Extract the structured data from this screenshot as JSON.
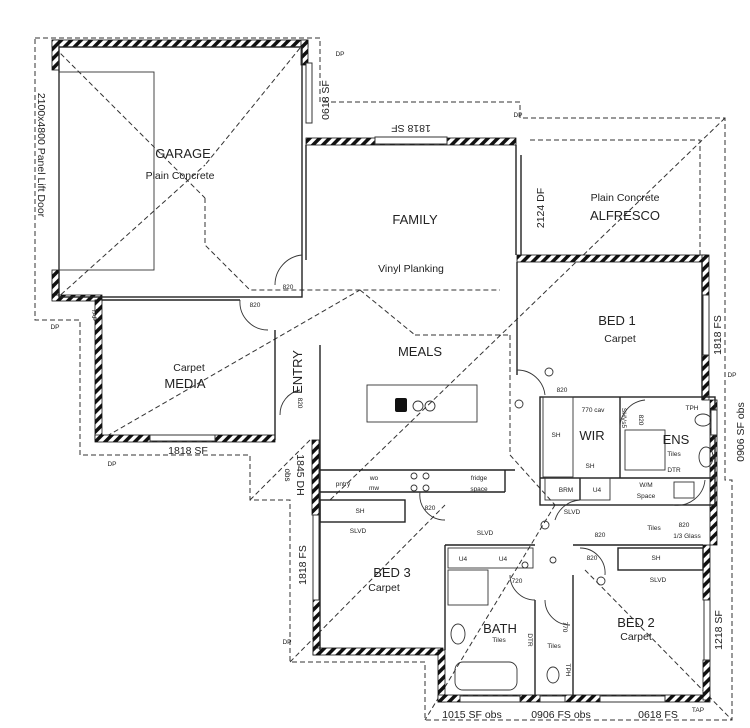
{
  "plan": {
    "rooms": {
      "garage": "GARAGE",
      "garage_floor": "Plain Concrete",
      "family": "FAMILY",
      "family_floor": "Vinyl Planking",
      "alfresco": "ALFRESCO",
      "alfresco_floor": "Plain Concrete",
      "bed1": "BED 1",
      "bed1_floor": "Carpet",
      "meals": "MEALS",
      "media": "MEDIA",
      "media_floor": "Carpet",
      "entry": "ENTRY",
      "wir": "WIR",
      "ens": "ENS",
      "ens_floor": "Tiles",
      "bed3": "BED 3",
      "bed3_floor": "Carpet",
      "bath": "BATH",
      "bath_floor": "Tiles",
      "bed2": "BED 2",
      "bed2_floor": "Carpet",
      "laundry_floor": "Tiles",
      "hall_floor": "Tiles"
    },
    "windows": {
      "garage_door": "2100x4800 Panel Lift Door",
      "garage_side": "0618 SF",
      "family_top": "1818 SF",
      "alfresco_door": "2124 DF",
      "bed1_side": "1818 FS",
      "media_bottom": "1818 SF",
      "entry_side": "1845 DH",
      "entry_obs": "obs",
      "ens_side": "0906 SF obs",
      "bed3_side": "1818 FS",
      "bed2_side": "1218 SF",
      "bath_bottom": "1015 SF obs",
      "wc_bottom": "0906 FS obs",
      "bed2_bottom": "0618 FS"
    },
    "doors": {
      "d1": "820",
      "d2": "820",
      "d3": "820",
      "d4": "820",
      "d5": "820",
      "d6": "820",
      "d7": "820",
      "d8": "1/3 Glass",
      "d9": "720",
      "d10": "770",
      "d11": "770 cav",
      "d12": "820"
    },
    "fixtures": {
      "pantry": "pntry",
      "wo": "wo",
      "mw": "mw",
      "fridge": "fridge",
      "fridge2": "space",
      "sh1": "SH",
      "slvd1": "SLVD",
      "slvd2": "SLVD",
      "sh_wir1": "SH",
      "sh_wir2": "SH",
      "shvs": "SHVs5",
      "tph1": "TPH",
      "dtr1": "DTR",
      "brm": "BRM",
      "u4a": "U4",
      "wm": "W/M",
      "wm2": "Space",
      "slvd3": "SLVD",
      "sh_bed2": "SH",
      "slvd_bed2": "SLVD",
      "u4b": "U4",
      "u4c": "U4",
      "dtr2": "DTR",
      "tph2": "TPH"
    },
    "markers": {
      "dp1": "DP",
      "dp2": "DP",
      "dp3": "DP",
      "dp4": "DP",
      "dp5": "DP",
      "dp6": "DP",
      "tap1": "TAP",
      "tap2": "TAP"
    }
  }
}
